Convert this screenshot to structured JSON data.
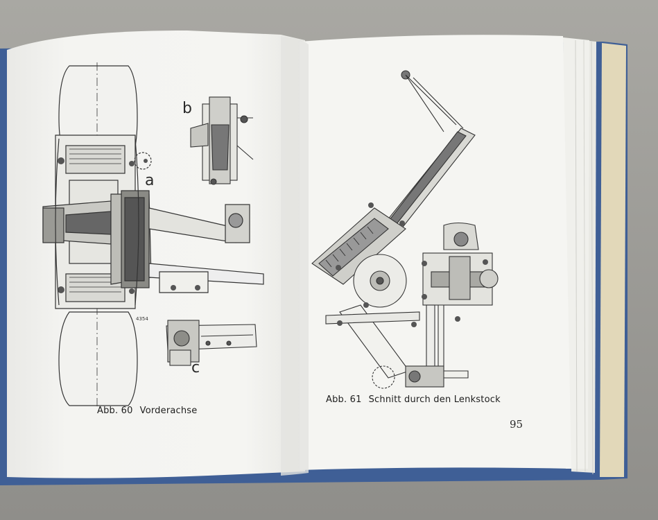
{
  "book": {
    "left_figure": {
      "number": "Abb. 60",
      "title": "Vorderachse",
      "labels": {
        "a": "a",
        "b": "b",
        "c": "c"
      },
      "drawing_number": "4354"
    },
    "right_figure": {
      "number": "Abb. 61",
      "title": "Schnitt durch den Lenkstock"
    },
    "page_number": "95"
  },
  "colors": {
    "background": "#9a9a95",
    "paper": "#f3f3f0",
    "ink": "#1d1d1d",
    "cover_edge": "#3f5f96"
  }
}
